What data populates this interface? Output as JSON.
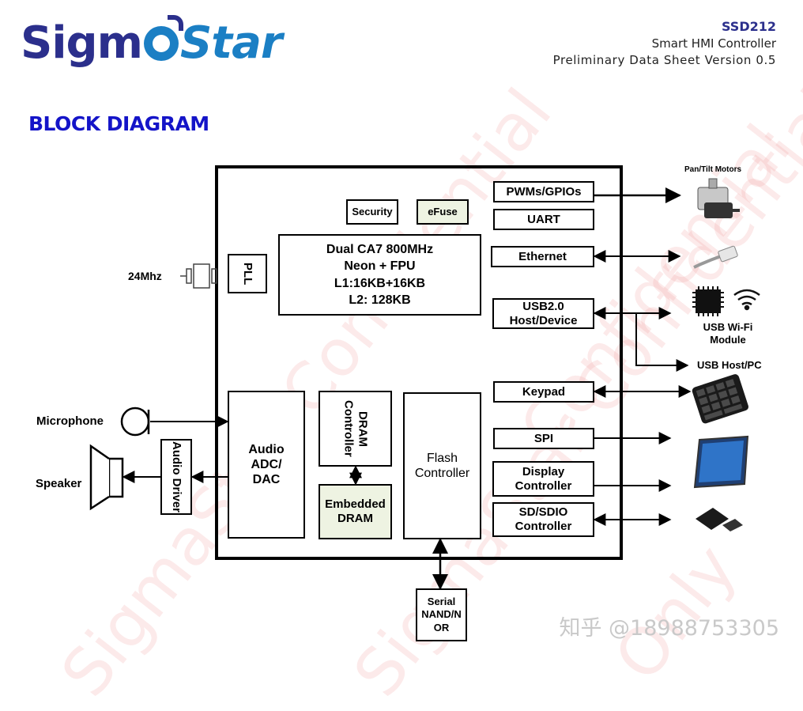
{
  "header": {
    "logo_part1": "Sigm",
    "logo_part2": "Star",
    "model": "SSD212",
    "subtitle": "Smart HMI Controller",
    "doc_version": "Preliminary  Data  Sheet  Version  0.5"
  },
  "section_title": "BLOCK DIAGRAM",
  "watermark": "SigmaStar Confidential",
  "watermark2": "Confidential",
  "watermark3": "Only",
  "footer_watermark": "知乎 @18988753305",
  "blocks": {
    "security": "Security",
    "efuse": "eFuse",
    "cpu_line1": "Dual CA7 800MHz",
    "cpu_line2": "Neon + FPU",
    "cpu_line3": "L1:16KB+16KB",
    "cpu_line4": "L2: 128KB",
    "pll": "PLL",
    "pwms": "PWMs/GPIOs",
    "uart": "UART",
    "ethernet": "Ethernet",
    "usb_line1": "USB2.0",
    "usb_line2": "Host/Device",
    "keypad": "Keypad",
    "spi": "SPI",
    "display_line1": "Display",
    "display_line2": "Controller",
    "sd_line1": "SD/SDIO",
    "sd_line2": "Controller",
    "audio_line1": "Audio",
    "audio_line2": "ADC/",
    "audio_line3": "DAC",
    "dram_ctrl": "DRAM Controller",
    "embedded_dram_line1": "Embedded",
    "embedded_dram_line2": "DRAM",
    "flash_line1": "Flash",
    "flash_line2": "Controller",
    "audio_driver": "Audio Driver",
    "serial_line1": "Serial",
    "serial_line2": "NAND/N",
    "serial_line3": "OR"
  },
  "external": {
    "crystal": "24Mhz",
    "motors": "Pan/Tilt Motors",
    "wifi_line1": "USB Wi-Fi",
    "wifi_line2": "Module",
    "usb_host": "USB Host/PC",
    "microphone": "Microphone",
    "speaker": "Speaker"
  },
  "colors": {
    "logo_dark": "#2b2f8c",
    "logo_light": "#1b7fc4",
    "title_blue": "#1414c8",
    "dram_green": "#eef3e2",
    "watermark": "#f0a0a0"
  }
}
